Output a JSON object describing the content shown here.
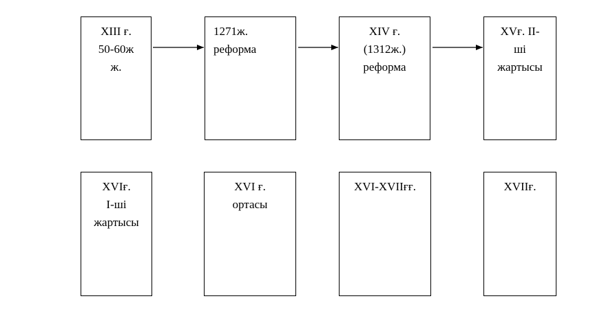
{
  "top_row": [
    {
      "lines": [
        "XIII ғ.",
        "50-60ж",
        "ж."
      ]
    },
    {
      "lines": [
        "1271ж.",
        "реформа"
      ]
    },
    {
      "lines": [
        "XIV ғ.",
        "(1312ж.)",
        "реформа"
      ]
    },
    {
      "lines": [
        "XVғ. II-",
        "ші",
        "жартысы"
      ]
    }
  ],
  "bottom_row": [
    {
      "lines": [
        "XVIғ.",
        "I-ші",
        "жартысы"
      ]
    },
    {
      "lines": [
        "XVI ғ.",
        "ортасы"
      ]
    },
    {
      "lines": [
        "XVI-XVIIғғ."
      ]
    },
    {
      "lines": [
        "XVIIғ."
      ]
    }
  ],
  "colors": {
    "line": "#000000",
    "background": "#ffffff"
  }
}
